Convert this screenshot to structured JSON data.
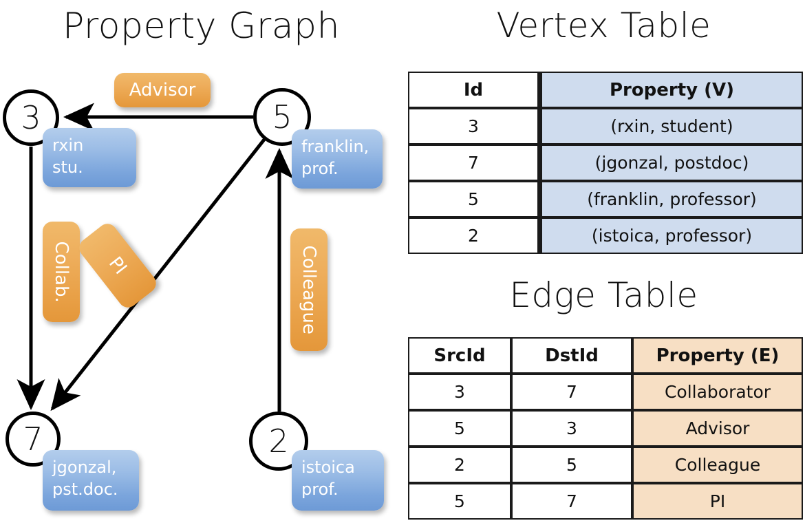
{
  "titles": {
    "property_graph": "Property Graph",
    "vertex_table": "Vertex Table",
    "edge_table": "Edge Table"
  },
  "graph": {
    "nodes": [
      {
        "id": "3",
        "property": "rxin\nstu."
      },
      {
        "id": "5",
        "property": "franklin,\nprof."
      },
      {
        "id": "7",
        "property": "jgonzal,\npst.doc."
      },
      {
        "id": "2",
        "property": "istoica\nprof."
      }
    ],
    "node_labels": {
      "n3": "3",
      "n5": "5",
      "n7": "7",
      "n2": "2"
    },
    "node_props": {
      "rxin_line1": "rxin",
      "rxin_line2": "stu.",
      "franklin_line1": "franklin,",
      "franklin_line2": "prof.",
      "jgonzal_line1": "jgonzal,",
      "jgonzal_line2": "pst.doc.",
      "istoica_line1": "istoica",
      "istoica_line2": "prof."
    },
    "edge_labels": {
      "advisor": "Advisor",
      "collab": "Collab.",
      "pi": "PI",
      "colleague": "Colleague"
    },
    "edges": [
      {
        "src": "5",
        "dst": "3",
        "label": "Advisor"
      },
      {
        "src": "3",
        "dst": "7",
        "label": "Collab."
      },
      {
        "src": "5",
        "dst": "7",
        "label": "PI"
      },
      {
        "src": "2",
        "dst": "5",
        "label": "Colleague"
      }
    ]
  },
  "vertex_table": {
    "headers": [
      "Id",
      "Property (V)"
    ],
    "rows": [
      {
        "id": "3",
        "property": "(rxin, student)"
      },
      {
        "id": "7",
        "property": "(jgonzal, postdoc)"
      },
      {
        "id": "5",
        "property": "(franklin, professor)"
      },
      {
        "id": "2",
        "property": "(istoica, professor)"
      }
    ]
  },
  "edge_table": {
    "headers": [
      "SrcId",
      "DstId",
      "Property (E)"
    ],
    "rows": [
      {
        "src": "3",
        "dst": "7",
        "property": "Collaborator"
      },
      {
        "src": "5",
        "dst": "3",
        "property": "Advisor"
      },
      {
        "src": "2",
        "dst": "5",
        "property": "Colleague"
      },
      {
        "src": "5",
        "dst": "7",
        "property": "PI"
      }
    ]
  },
  "colors": {
    "vertex_property_bg": "#cfdcee",
    "edge_property_bg": "#f7dfc4",
    "node_box_blue": "#7ba5dc",
    "edge_label_orange": "#e89f45",
    "stroke": "#000000",
    "background": "#ffffff"
  }
}
